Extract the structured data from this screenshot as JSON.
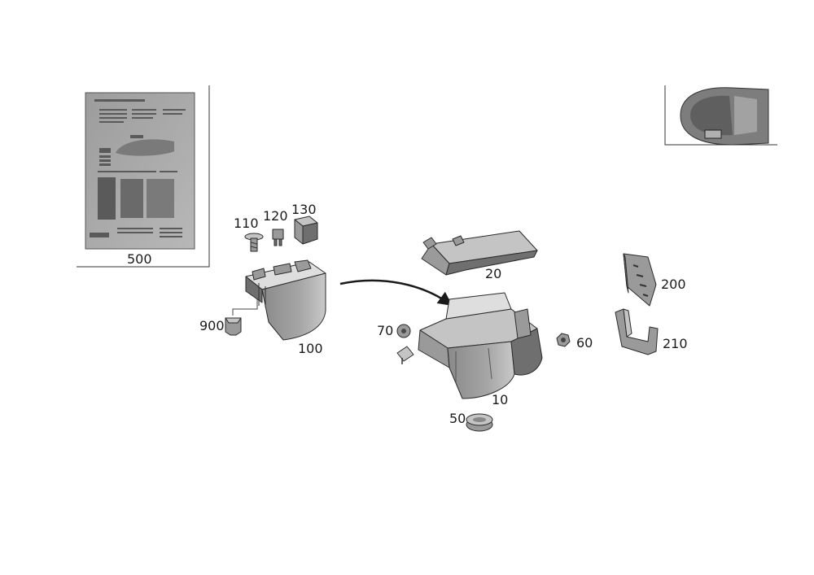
{
  "labels": {
    "p500": "500",
    "p110": "110",
    "p120": "120",
    "p130": "130",
    "p100": "100",
    "p900": "900",
    "p20": "20",
    "p70": "70",
    "p10": "10",
    "p60": "60",
    "p50": "50",
    "p200": "200",
    "p210": "210"
  },
  "colors": {
    "part_dark": "#6f6f6f",
    "part_mid": "#9a9a9a",
    "part_light": "#c4c4c4",
    "outline": "#2a2a2a",
    "arrow": "#1a1a1a"
  }
}
